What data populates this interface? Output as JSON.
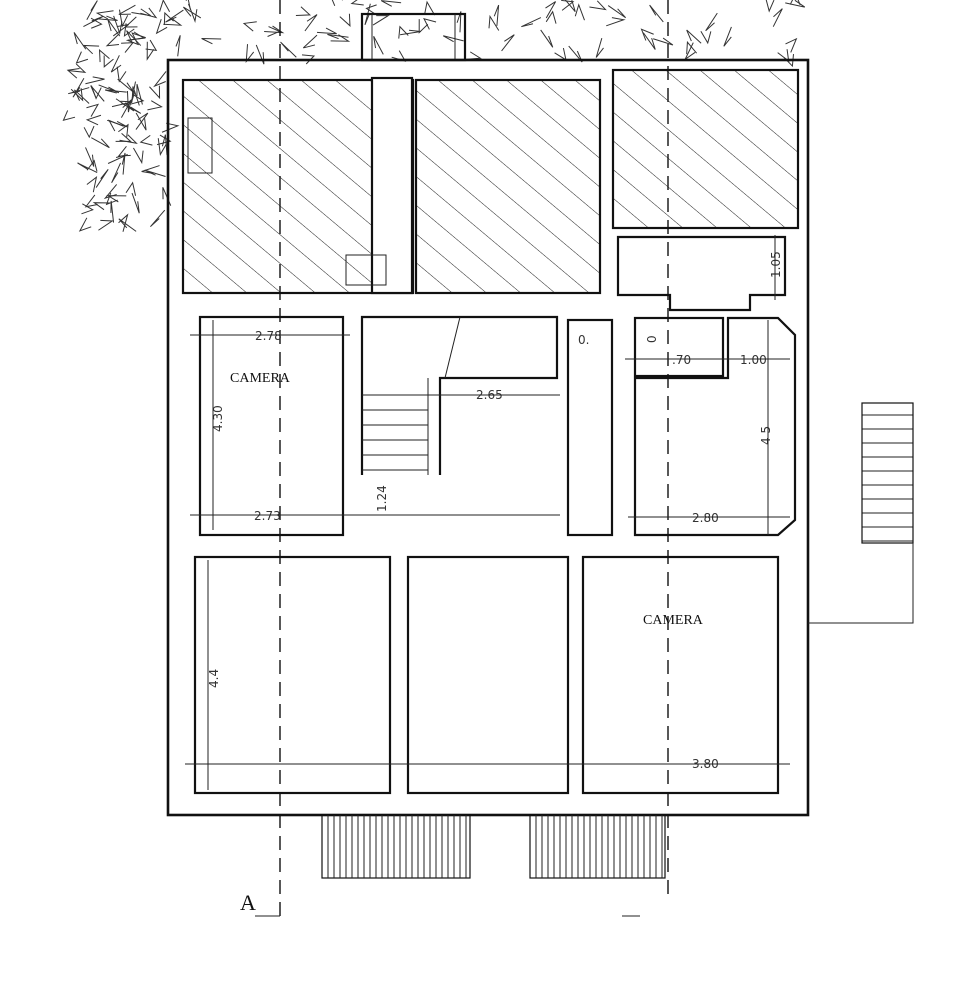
{
  "rooms": {
    "camera_left": "CAMERA",
    "camera_right": "CAMERA"
  },
  "dimensions": {
    "left_room_top": "2.78",
    "left_room_height": "4.30",
    "left_room_bottom": "2.73",
    "passage": "1.24",
    "stair_width": "2.65",
    "corridor": "0.",
    "small_room_height": "0",
    "small_room_width": ".70",
    "right_gap": "1.00",
    "top_right_height": "1.05",
    "right_room_height": "4 5",
    "right_room_width": "2.80",
    "bottom_left_height": "4.4",
    "bottom_right_width": "3.80"
  },
  "section_marker": "A"
}
